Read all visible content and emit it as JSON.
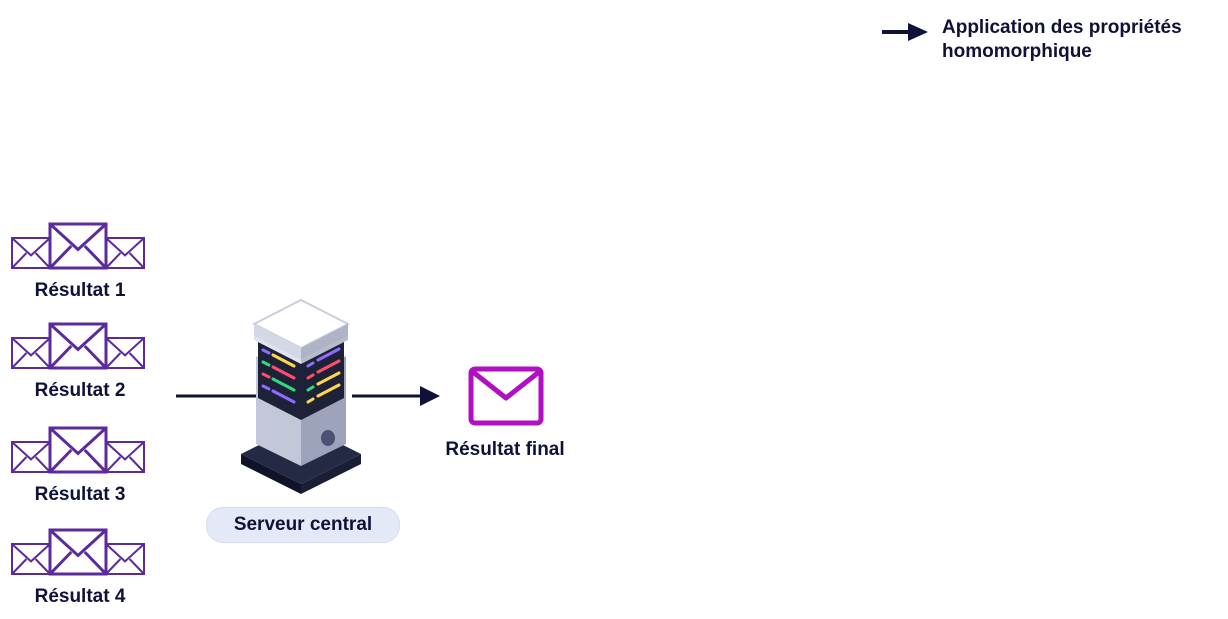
{
  "legend": {
    "line1": "Application des propriétés",
    "line2": "homomorphique"
  },
  "results": [
    {
      "label": "Résultat 1"
    },
    {
      "label": "Résultat 2"
    },
    {
      "label": "Résultat 3"
    },
    {
      "label": "Résultat 4"
    }
  ],
  "server": {
    "label": "Serveur central"
  },
  "final": {
    "label": "Résultat final"
  },
  "colors": {
    "arrow": "#0f1238",
    "envelope_group": "#5b2a9b",
    "envelope_final": "#b00fc2",
    "pill": "#e4e9f7"
  },
  "icons": {
    "legend": "arrow-right-icon",
    "results": "envelopes-icon",
    "server": "server-icon",
    "final": "envelope-icon"
  }
}
